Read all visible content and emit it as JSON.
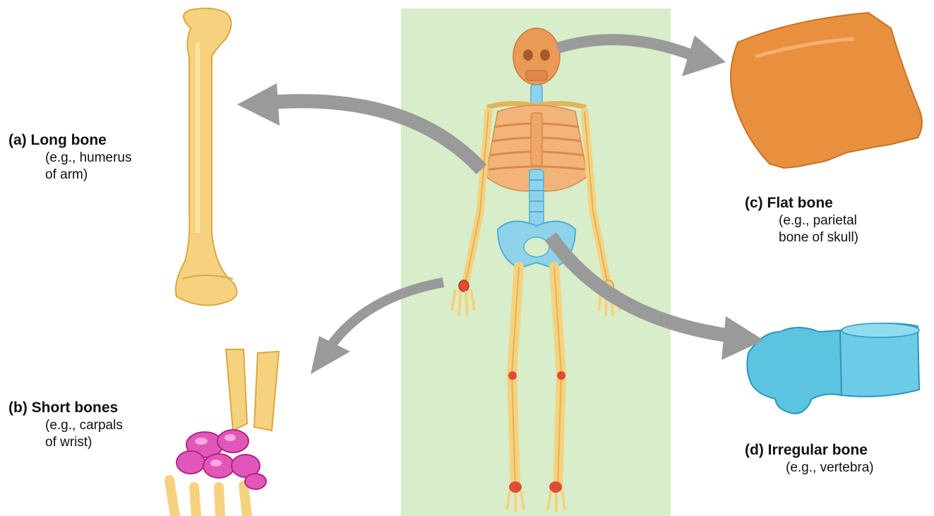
{
  "labels": {
    "a": {
      "letter": "(a)",
      "title": "Long bone",
      "desc1": "(e.g., humerus",
      "desc2": "of arm)"
    },
    "b": {
      "letter": "(b)",
      "title": "Short bones",
      "desc1": "(e.g., carpals",
      "desc2": "of wrist)"
    },
    "c": {
      "letter": "(c)",
      "title": "Flat bone",
      "desc1": "(e.g., parietal",
      "desc2": "bone of skull)"
    },
    "d": {
      "letter": "(d)",
      "title": "Irregular bone",
      "desc1": "(e.g., vertebra)"
    }
  },
  "colors": {
    "background_panel": "#d8edc9",
    "bone": "#f6d27e",
    "bone_outline": "#d9a845",
    "flat_bone": "#e9903f",
    "irregular_bone": "#5cc3e0",
    "short_bone": "#e356b9",
    "arrow": "#9a9a9a"
  }
}
